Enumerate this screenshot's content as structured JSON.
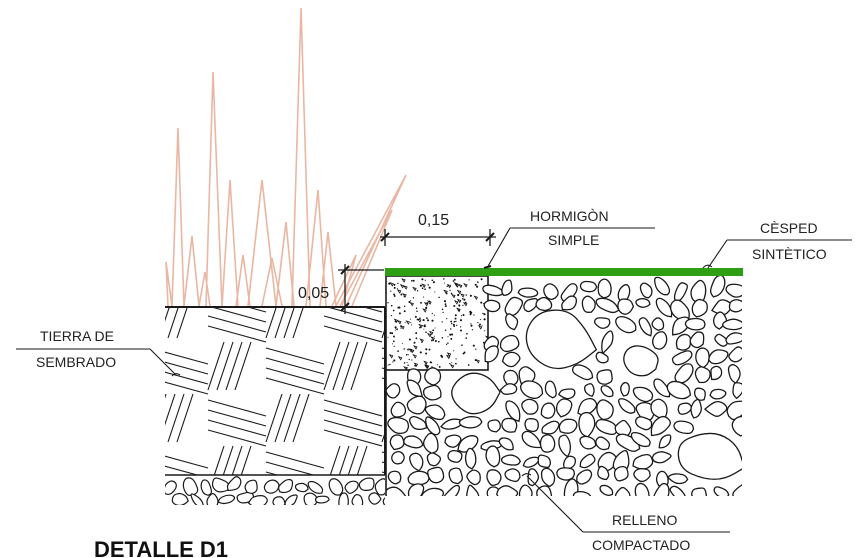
{
  "title": "DETALLE D1",
  "labels": {
    "hormigon_line1": "HORMIGÒN",
    "hormigon_line2": "SIMPLE",
    "cesped_line1": "CÈSPED",
    "cesped_line2": "SINTÈTICO",
    "tierra_line1": "TIERRA DE",
    "tierra_line2": "SEMBRADO",
    "relleno_line1": "RELLENO",
    "relleno_line2": "COMPACTADO"
  },
  "dimensions": {
    "width_value": "0,15",
    "height_value": "0,05"
  },
  "colors": {
    "turf": "#2e9e12",
    "grass": "#e9b7a3",
    "line": "#1a1a1a"
  }
}
